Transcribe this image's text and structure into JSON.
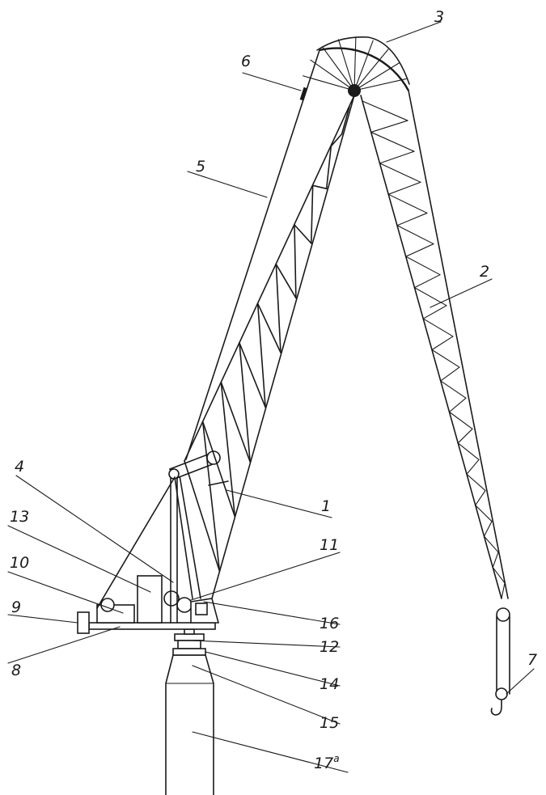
{
  "callouts": [
    {
      "id": "1",
      "text": "1"
    },
    {
      "id": "2",
      "text": "2"
    },
    {
      "id": "3",
      "text": "3"
    },
    {
      "id": "4",
      "text": "4"
    },
    {
      "id": "5",
      "text": "5"
    },
    {
      "id": "6",
      "text": "6"
    },
    {
      "id": "7",
      "text": "7"
    },
    {
      "id": "8",
      "text": "8"
    },
    {
      "id": "9",
      "text": "9"
    },
    {
      "id": "10",
      "text": "10"
    },
    {
      "id": "11",
      "text": "11"
    },
    {
      "id": "12",
      "text": "12"
    },
    {
      "id": "13",
      "text": "13"
    },
    {
      "id": "14",
      "text": "14"
    },
    {
      "id": "15",
      "text": "15"
    },
    {
      "id": "16",
      "text": "16"
    },
    {
      "id": "17",
      "text": "17",
      "superscript": "a"
    }
  ],
  "colors": {
    "line": "#1a1a1a",
    "background": "#ffffff"
  }
}
